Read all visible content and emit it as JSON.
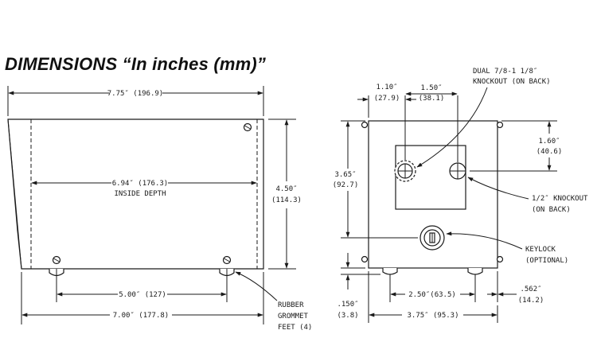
{
  "title": "DIMENSIONS  “In inches (mm)”",
  "side_view": {
    "overall_width": "7.75″ (196.9)",
    "inside_depth_value": "6.94″ (176.3)",
    "inside_depth_label": "INSIDE DEPTH",
    "height_in": "4.50″",
    "height_mm": "(114.3)",
    "feet_spacing": "5.00″ (127)",
    "base_width": "7.00″ (177.8)",
    "grommet_label_1": "RUBBER",
    "grommet_label_2": "GROMMET",
    "grommet_label_3": "FEET (4)"
  },
  "front_view": {
    "knockout_dual_1": "DUAL 7/8-1 1/8″",
    "knockout_dual_2": "KNOCKOUT (ON BACK)",
    "offset_left_in": "1.10″",
    "offset_left_mm": "(27.9)",
    "spacing_in": "1.50″",
    "spacing_mm": "(38.1)",
    "top_offset_in": "1.60″",
    "top_offset_mm": "(40.6)",
    "height_in": "3.65″",
    "height_mm": "(92.7)",
    "knockout_half_1": "1/2″ KNOCKOUT",
    "knockout_half_2": "(ON BACK)",
    "keylock_1": "KEYLOCK",
    "keylock_2": "(OPTIONAL)",
    "feet_spacing": "2.50″(63.5)",
    "foot_offset_in": ".562″",
    "foot_offset_mm": "(14.2)",
    "foot_height_in": ".150″",
    "foot_height_mm": "(3.8)",
    "width": "3.75″ (95.3)"
  }
}
